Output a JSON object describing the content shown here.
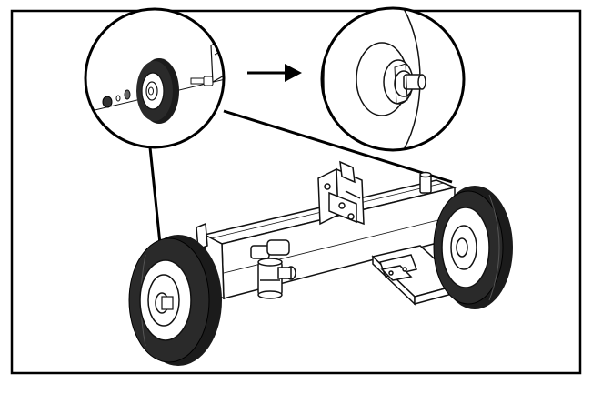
{
  "figure": {
    "frame_color": "#000000",
    "background_color": "#ffffff",
    "line_color": "#111111",
    "tire_color": "#1b1b1b",
    "parts": {
      "frame": "rectangular-tube-frame",
      "wheels": [
        "left-wheel",
        "right-wheel"
      ],
      "mount_bracket": "hitch-bracket",
      "filter": "inline-filter",
      "pump_plate": "pump-mount-plate",
      "detail_views": [
        "exploded-wheel-detail",
        "installed-hub-detail"
      ],
      "arrow": "right-arrow-icon"
    }
  }
}
